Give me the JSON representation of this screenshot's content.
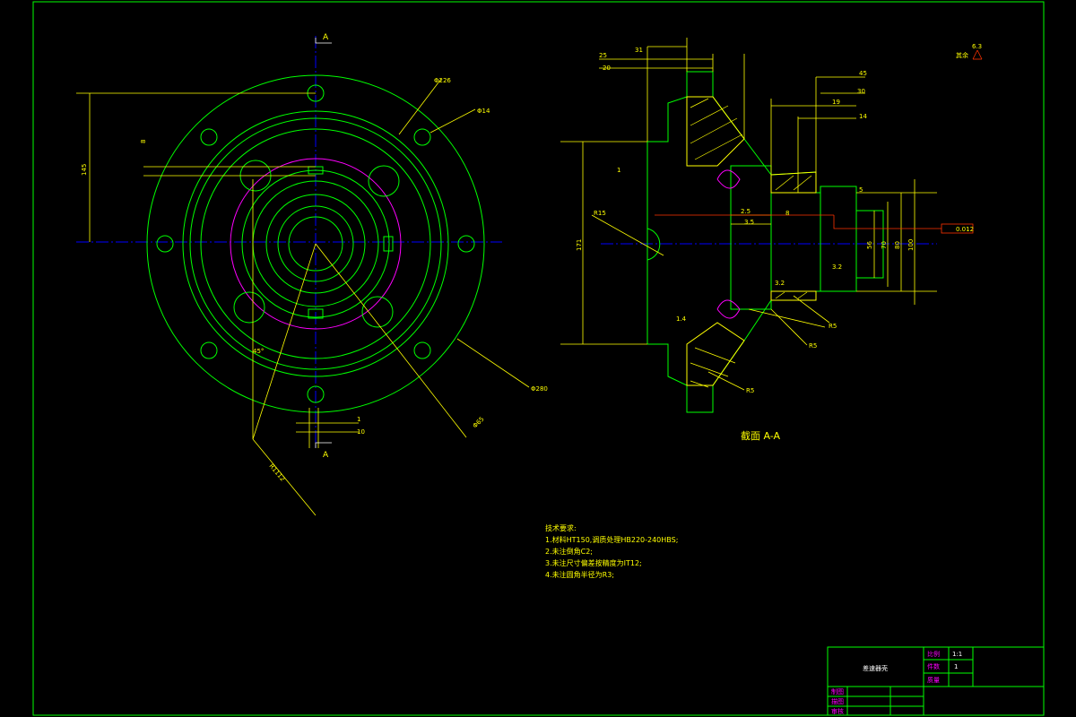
{
  "colors": {
    "background": "#000000",
    "outline": "#00ff00",
    "dimension": "#ffff00",
    "centerline": "#0000ff",
    "hidden": "#ff00ff",
    "hatch": "#ffff00",
    "callout": "#ff3300",
    "titleblock_label": "#ff00ff"
  },
  "front_view": {
    "section_mark_top": "A",
    "section_mark_bottom": "A",
    "dims": {
      "d226": "Φ226",
      "d14": "Φ14",
      "d280": "Φ280",
      "v145": "145",
      "v8": "8",
      "angle45": "45°",
      "h1": "1",
      "h10": "10",
      "d65": "Φ65",
      "r1112": "R1112"
    }
  },
  "section_view": {
    "title": "截面 A-A",
    "dims": {
      "d31": "31",
      "d25": "25",
      "d20": "20",
      "d45": "45",
      "d30": "30",
      "d19": "19",
      "d14": "14",
      "d5": "5",
      "d1": "1",
      "r15": "R15",
      "d171": "171",
      "d25b": "2.5",
      "d35": "3.5",
      "d8": "8",
      "d56": "56",
      "d70": "70",
      "d80": "80",
      "d100": "100",
      "tol": "0.012",
      "r5a": "R5",
      "r5b": "R5",
      "r5c": "R5",
      "ra32a": "3.2",
      "ra32b": "3.2",
      "ra14": "1.4"
    },
    "roughness_note": "其余",
    "roughness_value": "6.3"
  },
  "notes": {
    "heading": "技术要求:",
    "lines": [
      "1.材料HT150,调质处理HB220-240HBS;",
      "2.未注倒角C2;",
      "3.未注尺寸偏差按精度为IT12;",
      "4.未注圆角半径为R3;"
    ]
  },
  "title_block": {
    "part_name": "差速器壳",
    "scale_label": "比例",
    "scale_value": "1:1",
    "qty_label": "件数",
    "qty_value": "1",
    "weight_label": "质量",
    "draw_label": "制图",
    "design_label": "描图",
    "check_label": "审核"
  }
}
